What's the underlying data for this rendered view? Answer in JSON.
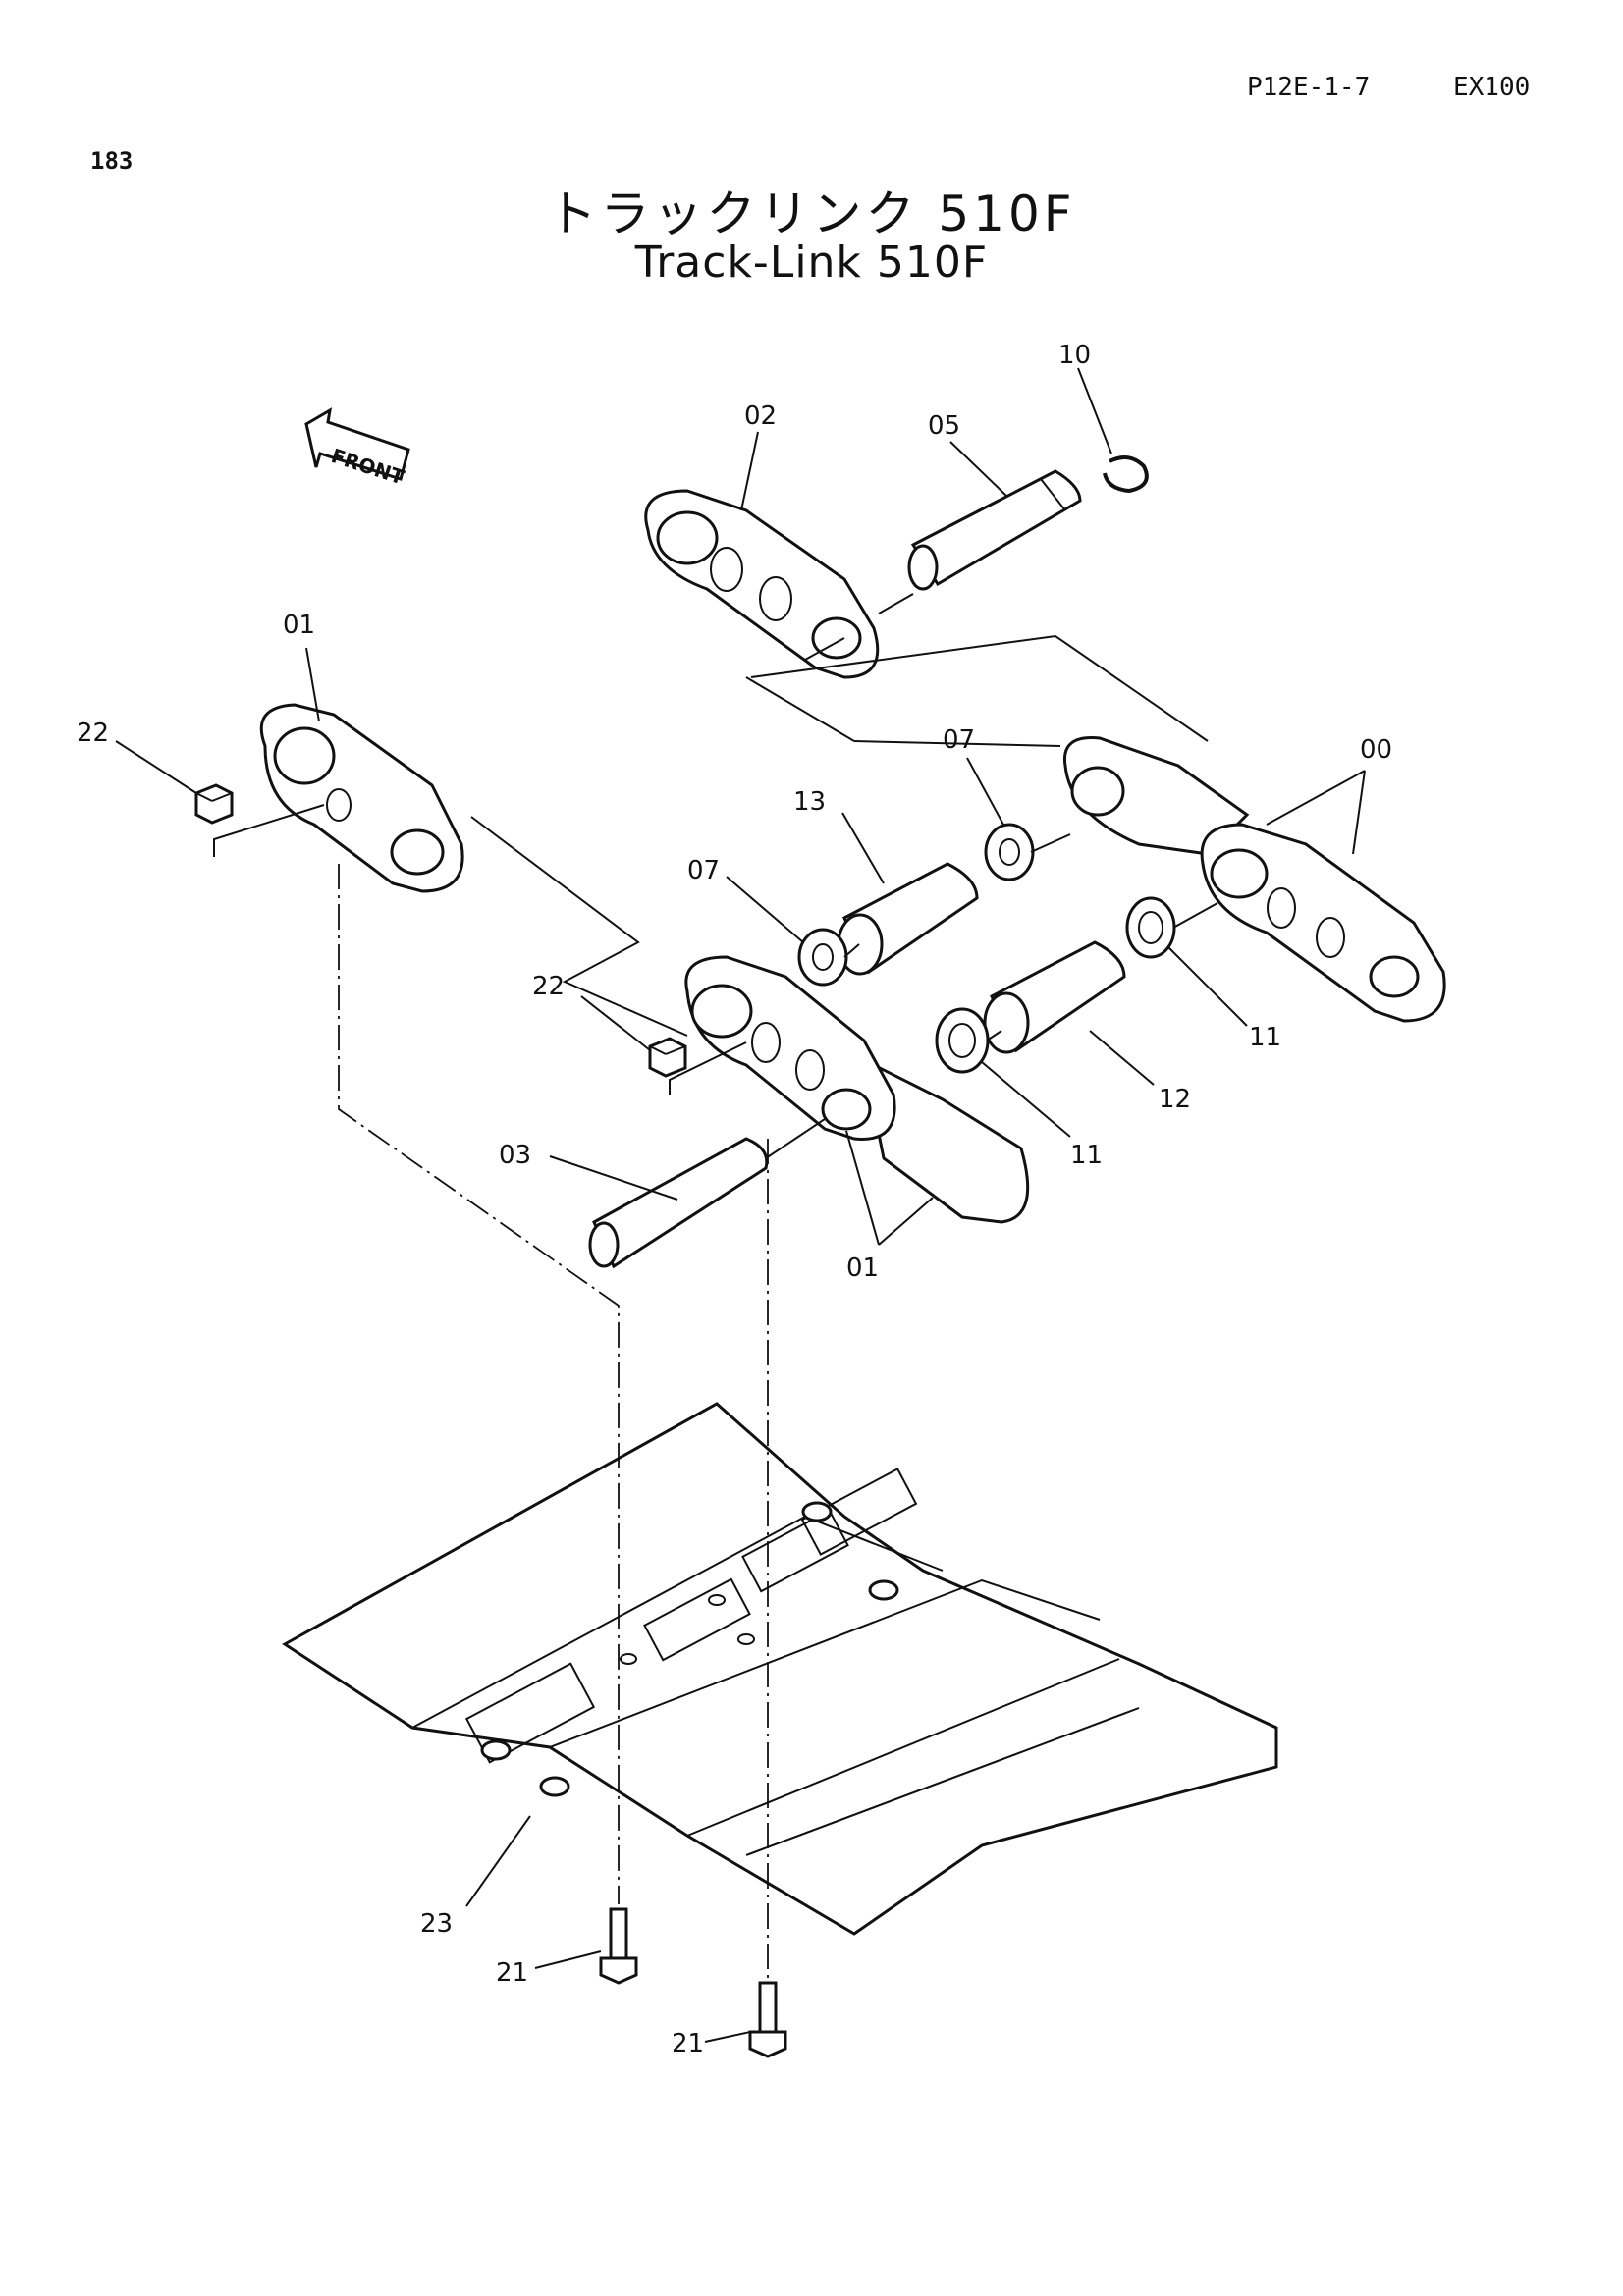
{
  "header": {
    "page_ref": "P12E-1-7",
    "model": "EX100",
    "page_number": "183"
  },
  "title": {
    "jp": "トラックリンク 510F",
    "en": "Track-Link 510F"
  },
  "front_marker": "FRONT",
  "callouts": [
    {
      "id": "10",
      "text": "10"
    },
    {
      "id": "02",
      "text": "02"
    },
    {
      "id": "05",
      "text": "05"
    },
    {
      "id": "01a",
      "text": "01"
    },
    {
      "id": "22a",
      "text": "22"
    },
    {
      "id": "07a",
      "text": "07"
    },
    {
      "id": "00",
      "text": "00"
    },
    {
      "id": "13",
      "text": "13"
    },
    {
      "id": "07b",
      "text": "07"
    },
    {
      "id": "22b",
      "text": "22"
    },
    {
      "id": "11a",
      "text": "11"
    },
    {
      "id": "12",
      "text": "12"
    },
    {
      "id": "11b",
      "text": "11"
    },
    {
      "id": "03",
      "text": "03"
    },
    {
      "id": "01b",
      "text": "01"
    },
    {
      "id": "23",
      "text": "23"
    },
    {
      "id": "21a",
      "text": "21"
    },
    {
      "id": "21b",
      "text": "21"
    }
  ]
}
